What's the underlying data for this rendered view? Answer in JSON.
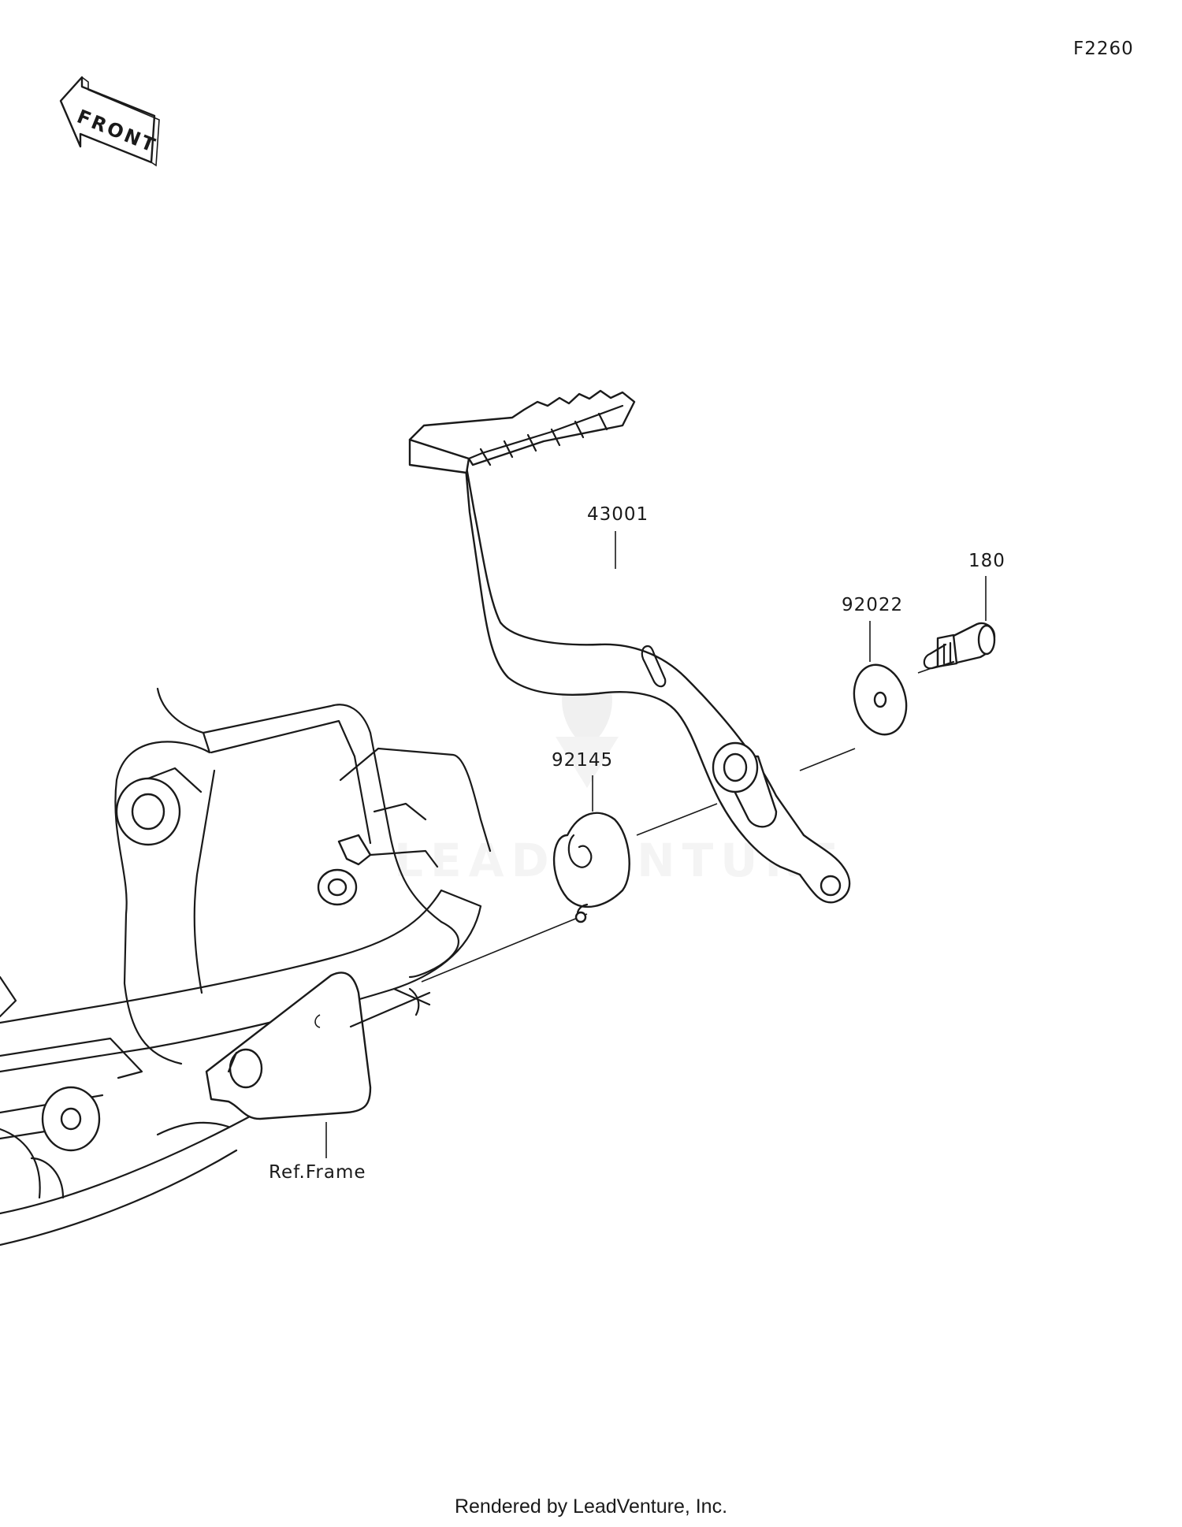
{
  "diagram_code": "F2260",
  "front_marker": "FRONT",
  "callouts": {
    "brake_pedal": "43001",
    "bolt": "180",
    "washer": "92022",
    "spring": "92145",
    "frame": "Ref.Frame"
  },
  "watermark": "LEADVENTURE",
  "footer": "Rendered by LeadVenture, Inc."
}
